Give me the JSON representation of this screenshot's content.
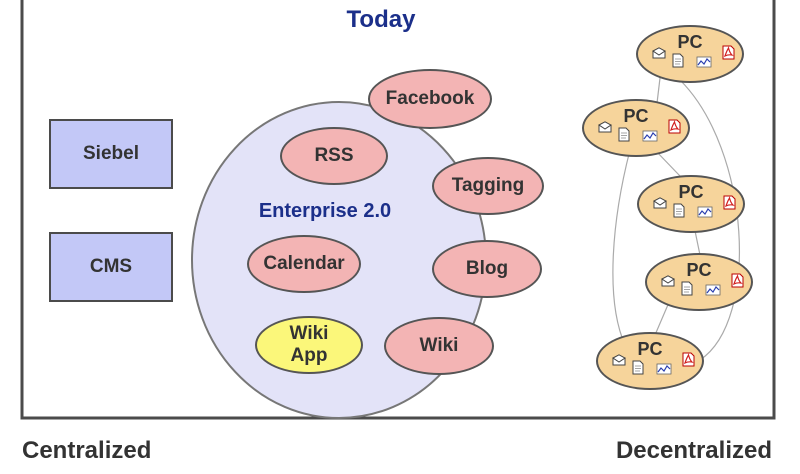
{
  "diagram": {
    "title": "Today",
    "left_label": "Centralized",
    "right_label": "Decentralized",
    "boxes": [
      "Siebel",
      "CMS"
    ],
    "enterprise": {
      "label": "Enterprise 2.0",
      "nodes": [
        "Facebook",
        "RSS",
        "Tagging",
        "Calendar",
        "Blog",
        "Wiki App",
        "Wiki"
      ]
    },
    "pc_nodes": [
      "PC",
      "PC",
      "PC",
      "PC",
      "PC"
    ],
    "pc_icons": [
      "envelope-icon",
      "document-icon",
      "chart-icon",
      "pdf-icon"
    ],
    "colors": {
      "title": "#1b2f8a",
      "box_fill": "#c3c8f7",
      "enterprise_fill": "#e3e3f8",
      "node_fill": "#f3b4b4",
      "highlight_node_fill": "#fbf77a",
      "pc_fill": "#f6d49b",
      "pdf": "#d11f1f"
    }
  }
}
